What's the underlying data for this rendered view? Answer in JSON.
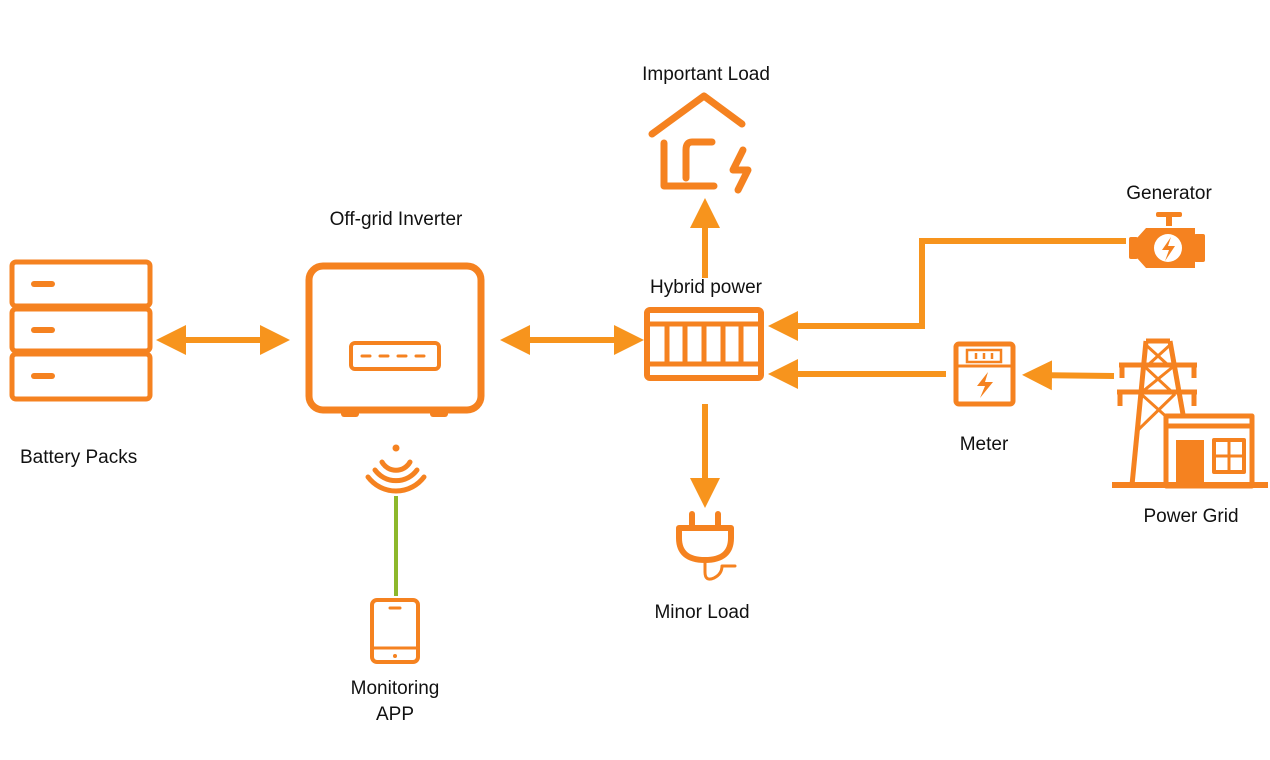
{
  "colors": {
    "accent": "#F7941D",
    "icon": "#F58220",
    "wireless_link": "#8DB82B",
    "text": "#111111"
  },
  "labels": {
    "important_load": "Important Load",
    "off_grid_inverter": "Off-grid Inverter",
    "hybrid_power": "Hybrid power",
    "generator": "Generator",
    "battery_packs": "Battery Packs",
    "meter": "Meter",
    "power_grid": "Power Grid",
    "minor_load": "Minor Load",
    "monitoring_line1": "Monitoring",
    "monitoring_line2": "APP"
  },
  "icons": {
    "battery": "battery-stack-icon",
    "inverter": "inverter-icon",
    "hybrid": "hybrid-power-cabinet-icon",
    "house": "house-power-icon",
    "generator": "generator-engine-icon",
    "meter": "electric-meter-icon",
    "grid": "power-grid-tower-icon",
    "plug": "plug-icon",
    "wifi": "wifi-signal-icon",
    "phone": "smartphone-icon"
  }
}
